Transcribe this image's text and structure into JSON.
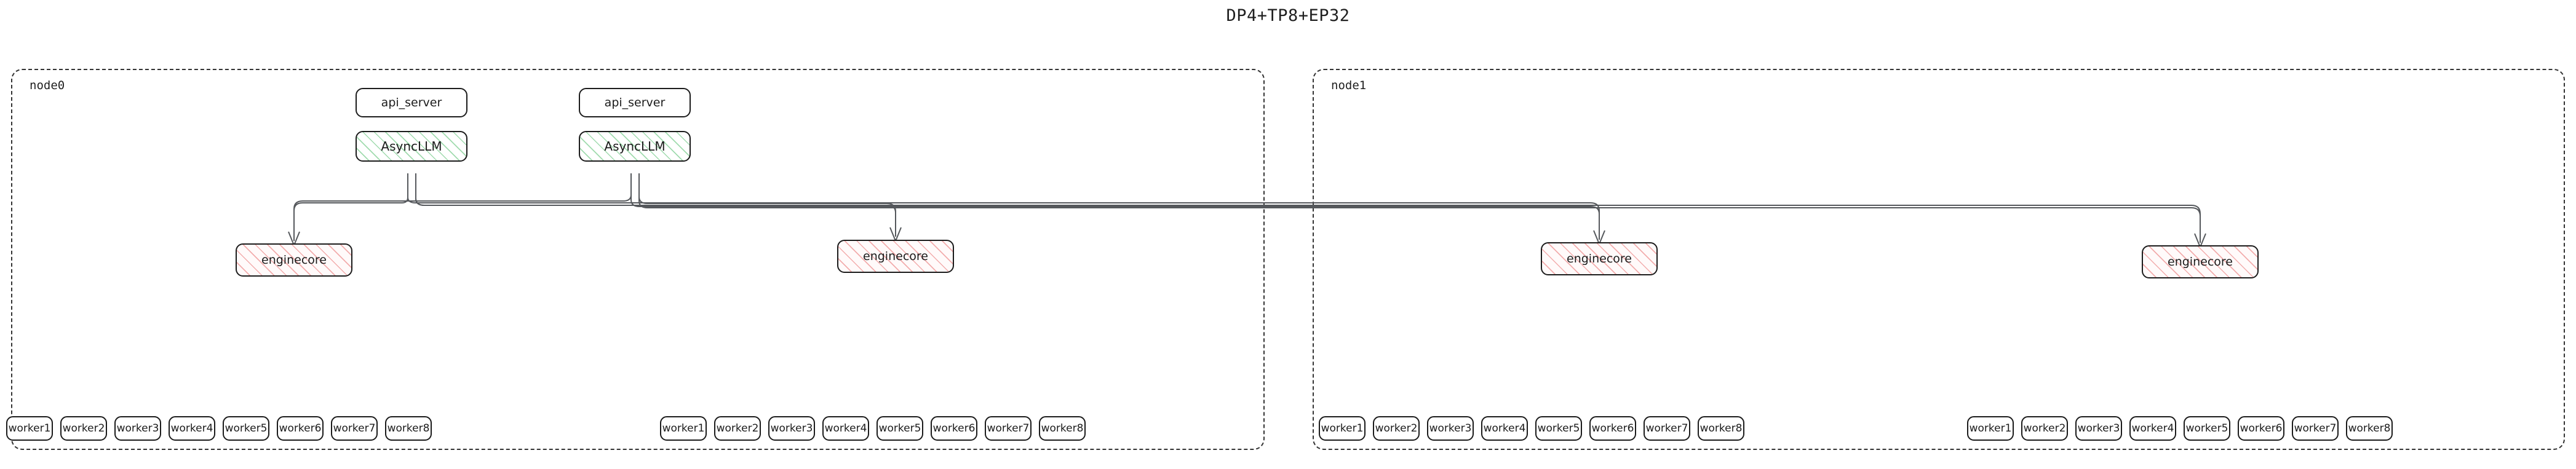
{
  "title": "DP4+TP8+EP32",
  "colors": {
    "background": "#ffffff",
    "node_border": "#1b1b1b",
    "subgraph_border": "#333333",
    "edge": "#55585c",
    "asyncllm_hatch": "#52bd6c",
    "enginecore_hatch": "#ea7878",
    "text": "#1b1b1b"
  },
  "subgraphs": [
    {
      "id": "node0",
      "label": "node0"
    },
    {
      "id": "node1",
      "label": "node1"
    }
  ],
  "nodes": {
    "api_servers": [
      {
        "id": "api0",
        "label": "api_server",
        "subgraph": "node0"
      },
      {
        "id": "api1",
        "label": "api_server",
        "subgraph": "node0"
      }
    ],
    "asyncllms": [
      {
        "id": "llm0",
        "label": "AsyncLLM",
        "subgraph": "node0"
      },
      {
        "id": "llm1",
        "label": "AsyncLLM",
        "subgraph": "node0"
      }
    ],
    "enginecores": [
      {
        "id": "ec0",
        "label": "enginecore",
        "subgraph": "node0"
      },
      {
        "id": "ec1",
        "label": "enginecore",
        "subgraph": "node0"
      },
      {
        "id": "ec2",
        "label": "enginecore",
        "subgraph": "node1"
      },
      {
        "id": "ec3",
        "label": "enginecore",
        "subgraph": "node1"
      }
    ],
    "worker_groups": [
      {
        "id": "wg0",
        "subgraph": "node0",
        "workers": [
          "worker1",
          "worker2",
          "worker3",
          "worker4",
          "worker5",
          "worker6",
          "worker7",
          "worker8"
        ]
      },
      {
        "id": "wg1",
        "subgraph": "node0",
        "workers": [
          "worker1",
          "worker2",
          "worker3",
          "worker4",
          "worker5",
          "worker6",
          "worker7",
          "worker8"
        ]
      },
      {
        "id": "wg2",
        "subgraph": "node1",
        "workers": [
          "worker1",
          "worker2",
          "worker3",
          "worker4",
          "worker5",
          "worker6",
          "worker7",
          "worker8"
        ]
      },
      {
        "id": "wg3",
        "subgraph": "node1",
        "workers": [
          "worker1",
          "worker2",
          "worker3",
          "worker4",
          "worker5",
          "worker6",
          "worker7",
          "worker8"
        ]
      }
    ]
  },
  "edges": [
    {
      "from": "llm0",
      "to": "ec0"
    },
    {
      "from": "llm0",
      "to": "ec1"
    },
    {
      "from": "llm0",
      "to": "ec2"
    },
    {
      "from": "llm0",
      "to": "ec3"
    },
    {
      "from": "llm1",
      "to": "ec0"
    },
    {
      "from": "llm1",
      "to": "ec1"
    },
    {
      "from": "llm1",
      "to": "ec2"
    },
    {
      "from": "llm1",
      "to": "ec3"
    }
  ]
}
